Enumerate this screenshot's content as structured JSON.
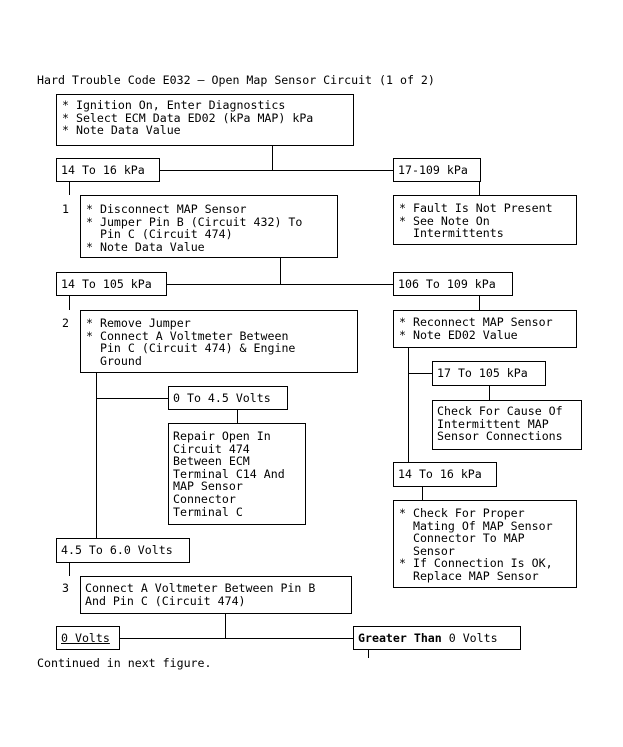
{
  "title": "Hard Trouble Code E032 – Open Map Sensor Circuit (1 of 2)",
  "boxes": {
    "start": "* Ignition On, Enter Diagnostics\n* Select ECM Data ED02 (kPa MAP) kPa\n* Note Data Value",
    "branch_14_16": "14 To 16 kPa",
    "branch_17_109": "17-109 kPa",
    "fault_not_present": "* Fault Is Not Present\n* See Note On\n  Intermittents",
    "step1": "* Disconnect MAP Sensor\n* Jumper Pin B (Circuit 432) To\n  Pin C (Circuit 474)\n* Note Data Value",
    "branch_14_105": "14 To 105 kPa",
    "branch_106_109": "106 To 109 kPa",
    "step2": "* Remove Jumper\n* Connect A Voltmeter Between\n  Pin C (Circuit 474) & Engine\n  Ground",
    "reconnect_map": "* Reconnect MAP Sensor\n* Note ED02 Value",
    "branch_0_45_volts": "0 To 4.5 Volts",
    "repair_open": "Repair Open In\nCircuit 474\nBetween ECM\nTerminal C14 And\nMAP Sensor\nConnector\nTerminal C",
    "branch_17_105": "17 To 105 kPa",
    "check_intermittent": "Check For Cause Of\nIntermittent MAP\nSensor Connections",
    "branch_14_16_b": "14 To 16 kPa",
    "check_mating": "* Check For Proper\n  Mating Of MAP Sensor\n  Connector To MAP\n  Sensor\n* If Connection Is OK,\n  Replace MAP Sensor",
    "branch_45_60_volts": "4.5 To 6.0 Volts",
    "step3": "Connect A Voltmeter Between Pin B\nAnd Pin C (Circuit 474)",
    "branch_0_volts": "0 Volts",
    "branch_greater_bold": "Greater Than",
    "branch_greater_rest": " 0 Volts"
  },
  "step_numbers": {
    "s1": "1",
    "s2": "2",
    "s3": "3"
  },
  "footer": "Continued in next figure."
}
